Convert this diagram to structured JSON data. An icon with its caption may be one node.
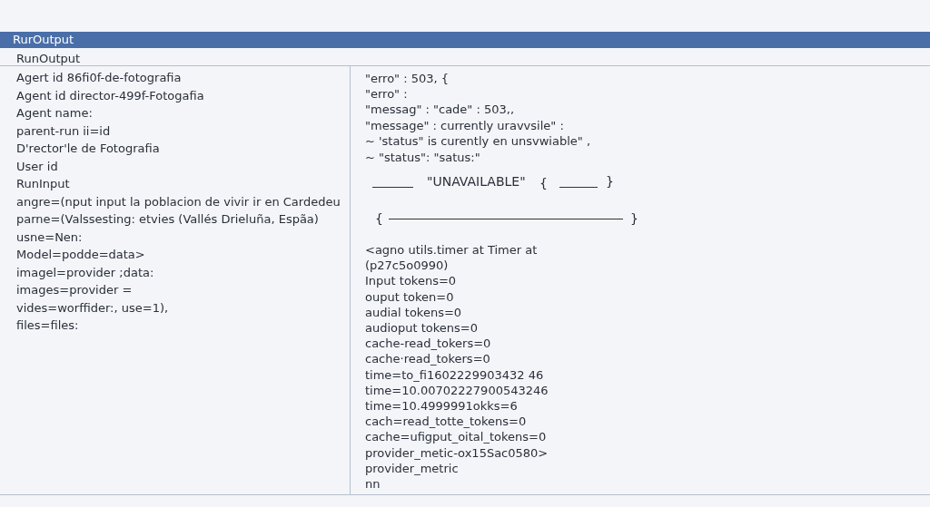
{
  "diagram": {
    "title": "RurOutput",
    "labels": [
      "RunOutput",
      "Agert id 86fi0f-de-fotografia",
      "Agent id director-499f-Fotogafia",
      "Agent name:",
      "parent-run ii=id",
      "D'rector'le de Fotografia",
      "User id",
      "RunInput",
      "angre=(nput input la poblacion de vivir ir en Cardedeu",
      "parne=(Valssesting: etvies (Vallés Drieluña, Espãa)",
      "usne=Nen:",
      "Model=podde=data>",
      "imagel=provider ;data:",
      "images=provider =",
      "vides=worffider:, use=1),",
      "files=files:",
      "\"erro\" : 503, {",
      "\"erro\" :",
      "\"messag\" : \"cade\" : 503,,",
      "\"message\" : currently uravvsile\" :",
      "~ 'status\" is curently en unsvwiable\" ,",
      "~ \"status\": \"satus:\"",
      "\"UNAVAILABLE\"",
      "{",
      "}",
      "{",
      "}",
      "<agno utils.timer at Timer at",
      "(p27c5o0990)",
      "Input tokens=0",
      "ouput token=0",
      "audial tokens=0",
      "audioput tokens=0",
      "cache-read_tokers=0",
      "cache·read_tokers=0",
      "time=to_fi1602229903432 46",
      "time=10.00702227900543246",
      "time=10.4999991okks=6",
      "cach=read_totte_tokens=0",
      "cache=ufigput_oital_tokens=0",
      "provider_metic-ox15Sac0580>",
      "provider_metric",
      "nn"
    ]
  }
}
